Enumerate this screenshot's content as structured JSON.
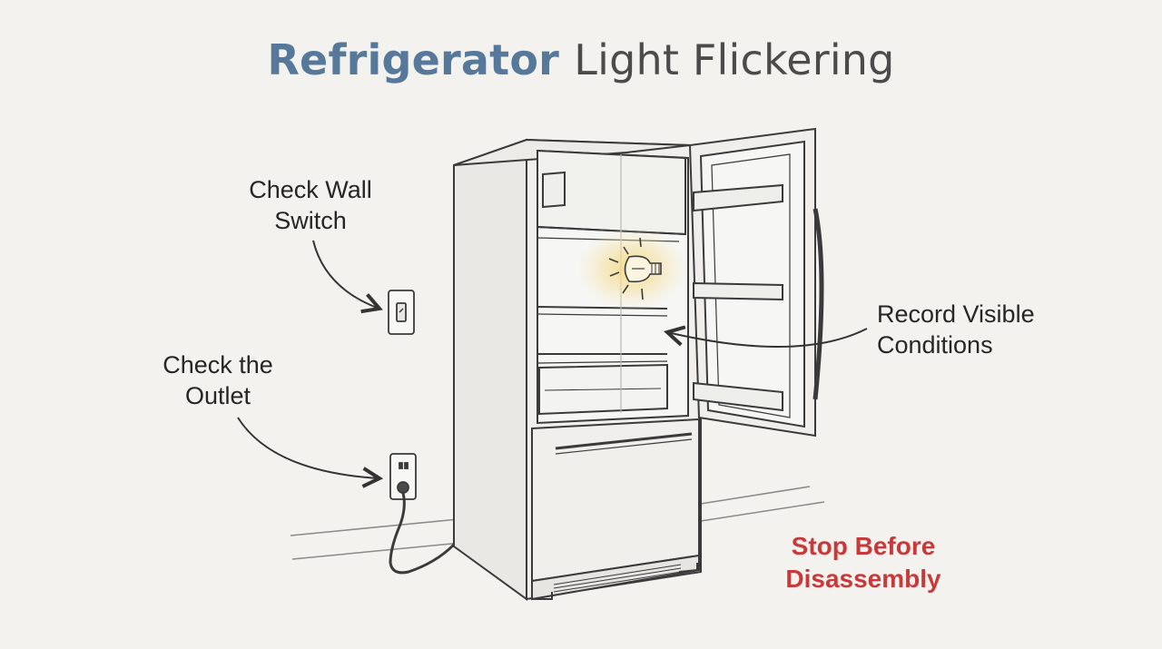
{
  "title": {
    "accent": "Refrigerator",
    "rest": "Light Flickering"
  },
  "callouts": {
    "wall_switch": {
      "line1": "Check Wall",
      "line2": "Switch"
    },
    "outlet": {
      "line1": "Check the",
      "line2": "Outlet"
    },
    "conditions": {
      "line1": "Record Visible",
      "line2": "Conditions"
    }
  },
  "warning": {
    "line1": "Stop Before",
    "line2": "Disassembly"
  },
  "colors": {
    "title_accent": "#56799b",
    "title_text": "#4b4b4b",
    "warning": "#c8393a",
    "bulb_glow": "#f3d98a",
    "background": "#f3f2ee"
  },
  "icons": [
    "wall-switch-icon",
    "outlet-icon",
    "light-bulb-icon",
    "power-cord-icon"
  ]
}
